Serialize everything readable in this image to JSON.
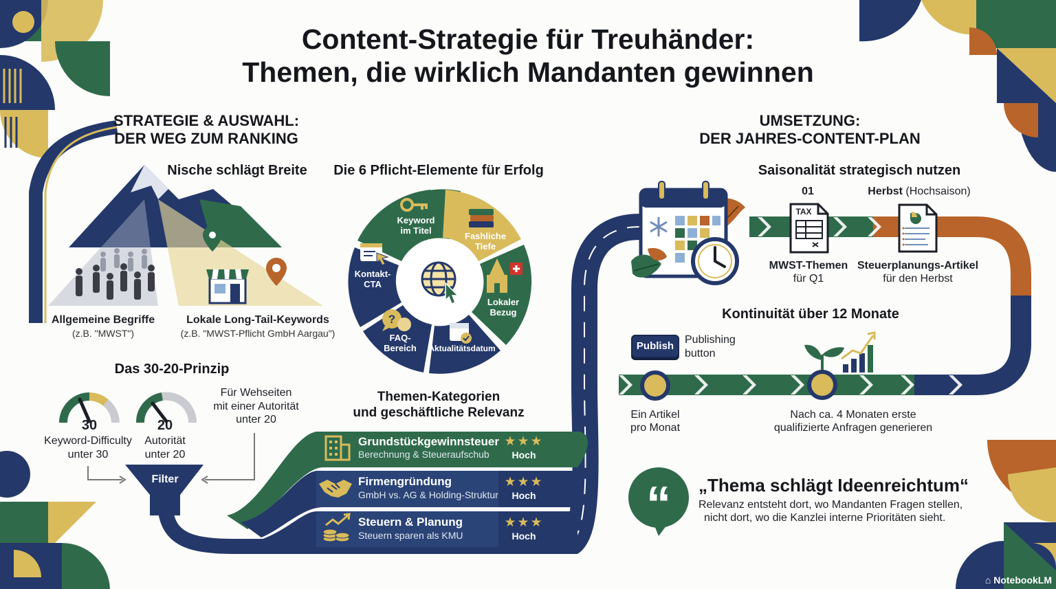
{
  "title_line1": "Content-Strategie für Treuhänder:",
  "title_line2": "Themen, die wirklich Mandanten gewinnen",
  "left_section": {
    "heading_line1": "STRATEGIE & AUSWAHL:",
    "heading_line2": "DER WEG ZUM RANKING"
  },
  "niche": {
    "title": "Nische schlägt Breite",
    "general_label": "Allgemeine Begriffe",
    "general_example": "(z.B. \"MWST\")",
    "local_label": "Lokale Long-Tail-Keywords",
    "local_example": "(z.B. \"MWST-Pflicht GmbH Aargau\")"
  },
  "elements": {
    "title": "Die 6 Pflicht-Elemente für Erfolg",
    "items": [
      {
        "line1": "Keyword",
        "line2": "im Titel",
        "icon": "key-icon"
      },
      {
        "line1": "Fashliche",
        "line2": "Tiefe",
        "icon": "books-icon"
      },
      {
        "line1": "Lokaler",
        "line2": "Bezug",
        "icon": "swiss-church-icon"
      },
      {
        "line1": "Aktualitätsdatum",
        "line2": "",
        "icon": "calendar-check-icon"
      },
      {
        "line1": "FAQ-",
        "line2": "Bereich",
        "icon": "question-bubble-icon"
      },
      {
        "line1": "Kontakt-",
        "line2": "CTA",
        "icon": "contact-form-icon"
      }
    ],
    "center_icon": "globe-cursor-icon"
  },
  "principle": {
    "title": "Das 30-20-Prinzip",
    "gauge1_value": "30",
    "gauge1_label_line1": "Keyword-Difficulty",
    "gauge1_label_line2": "unter 30",
    "gauge2_value": "20",
    "gauge2_label_line1": "Autorität",
    "gauge2_label_line2": "unter 20",
    "note_line1": "Für Wehseiten",
    "note_line2": "mit einer Autorität",
    "note_line3": "unter 20",
    "filter_label": "Filter"
  },
  "categories": {
    "title_line1": "Themen-Kategorien",
    "title_line2": "und geschäftliche Relevanz",
    "rows": [
      {
        "title": "Grundstückgewinnsteuer",
        "subtitle": "Berechnung & Steueraufschub",
        "rating": "★★★",
        "relevance": "Hoch",
        "icon": "building-icon"
      },
      {
        "title": "Firmengründung",
        "subtitle": "GmbH vs. AG & Holding-Struktur",
        "rating": "★★★",
        "relevance": "Hoch",
        "icon": "handshake-icon"
      },
      {
        "title": "Steuern & Planung",
        "subtitle": "Steuern sparen als KMU",
        "rating": "★★★",
        "relevance": "Hoch",
        "icon": "coins-growth-icon"
      }
    ]
  },
  "right_section": {
    "heading_line1": "UMSETZUNG:",
    "heading_line2": "DER JAHRES-CONTENT-PLAN"
  },
  "seasonality": {
    "title": "Saisonalität strategisch nutzen",
    "q1_marker": "01",
    "q1_doc_label": "TAX",
    "q1_label_line1": "MWST-Themen",
    "q1_label_line2": "für Q1",
    "autumn_marker_bold": "Herbst",
    "autumn_marker_rest": " (Hochsaison)",
    "autumn_label_line1": "Steuerplanungs-Artikel",
    "autumn_label_line2": "für den Herbst"
  },
  "continuity": {
    "title": "Kontinuität über 12 Monate",
    "publish_button": "Publish",
    "publish_note_line1": "Publishing",
    "publish_note_line2": "button",
    "milestone1_line1": "Ein Artikel",
    "milestone1_line2": "pro Monat",
    "milestone2_line1": "Nach ca. 4 Monaten erste",
    "milestone2_line2": "qualifizierte Anfragen generieren"
  },
  "quote": {
    "headline": "„Thema schlägt Ideenreichtum“",
    "body_line1": "Relevanz entsteht dort, wo Mandanten Fragen stellen,",
    "body_line2": "nicht dort, wo die Kanzlei interne Prioritäten sieht."
  },
  "brand": "NotebookLM",
  "colors": {
    "navy": "#24386a",
    "green": "#2f6b4b",
    "gold": "#d9bb5c",
    "orange": "#b8642a"
  }
}
